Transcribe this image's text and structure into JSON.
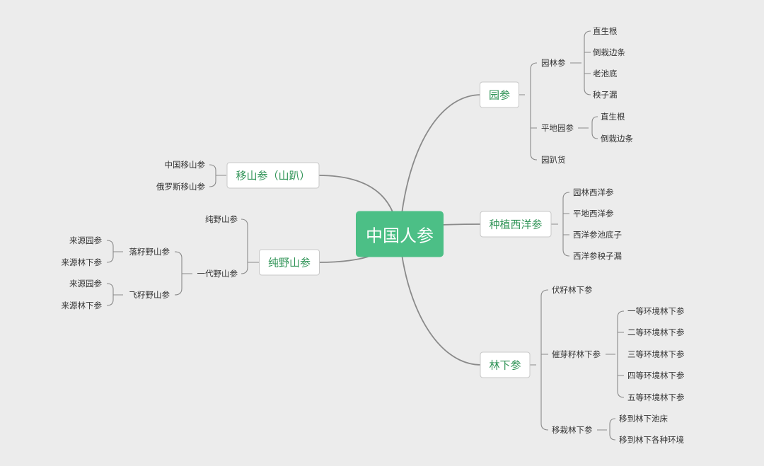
{
  "root": "中国人参",
  "yuan": {
    "label": "园参",
    "yuanlin": {
      "label": "园林参",
      "children": [
        "直生根",
        "倒栽边条",
        "老池底",
        "秧子漏"
      ]
    },
    "pingdi": {
      "label": "平地园参",
      "children": [
        "直生根",
        "倒栽边条"
      ]
    },
    "pahuo": "园趴货"
  },
  "xiyang": {
    "label": "种植西洋参",
    "children": [
      "园林西洋参",
      "平地西洋参",
      "西洋参池底子",
      "西洋参秧子漏"
    ]
  },
  "linxia": {
    "label": "林下参",
    "fuzi": "伏籽林下参",
    "cuiya": {
      "label": "催芽籽林下参",
      "children": [
        "一等环境林下参",
        "二等环境林下参",
        "三等环境林下参",
        "四等环境林下参",
        "五等环境林下参"
      ]
    },
    "yizai": {
      "label": "移栽林下参",
      "children": [
        "移到林下池床",
        "移到林下各种环境"
      ]
    }
  },
  "yishan": {
    "label": "移山参（山趴）",
    "children": [
      "中国移山参",
      "俄罗斯移山参"
    ]
  },
  "chunye": {
    "label": "纯野山参",
    "pure": "纯野山参",
    "yidai": "一代野山参",
    "luozi": {
      "label": "落籽野山参",
      "children": [
        "来源园参",
        "来源林下参"
      ]
    },
    "feizi": {
      "label": "飞籽野山参",
      "children": [
        "来源园参",
        "来源林下参"
      ]
    }
  }
}
